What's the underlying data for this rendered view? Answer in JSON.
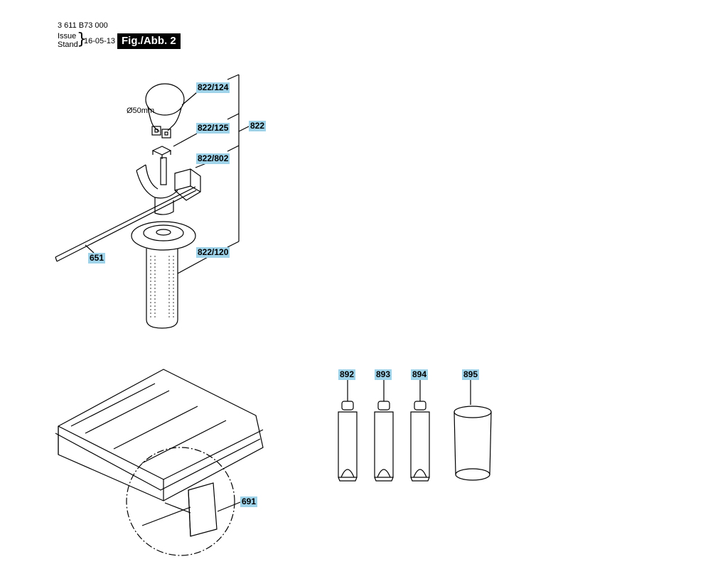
{
  "header": {
    "part_number": "3 611 B73 000",
    "issue_label": "Issue",
    "stand_label": "Stand",
    "brace": "}",
    "date": "16-05-13",
    "figure_label": "Fig./Abb. 2"
  },
  "annotations": {
    "diameter": "Ø50mm"
  },
  "callouts": {
    "c822_124": "822/124",
    "c822_125": "822/125",
    "c822": "822",
    "c822_802": "822/802",
    "c822_120": "822/120",
    "c651": "651",
    "c691": "691",
    "c892": "892",
    "c893": "893",
    "c894": "894",
    "c895": "895"
  }
}
